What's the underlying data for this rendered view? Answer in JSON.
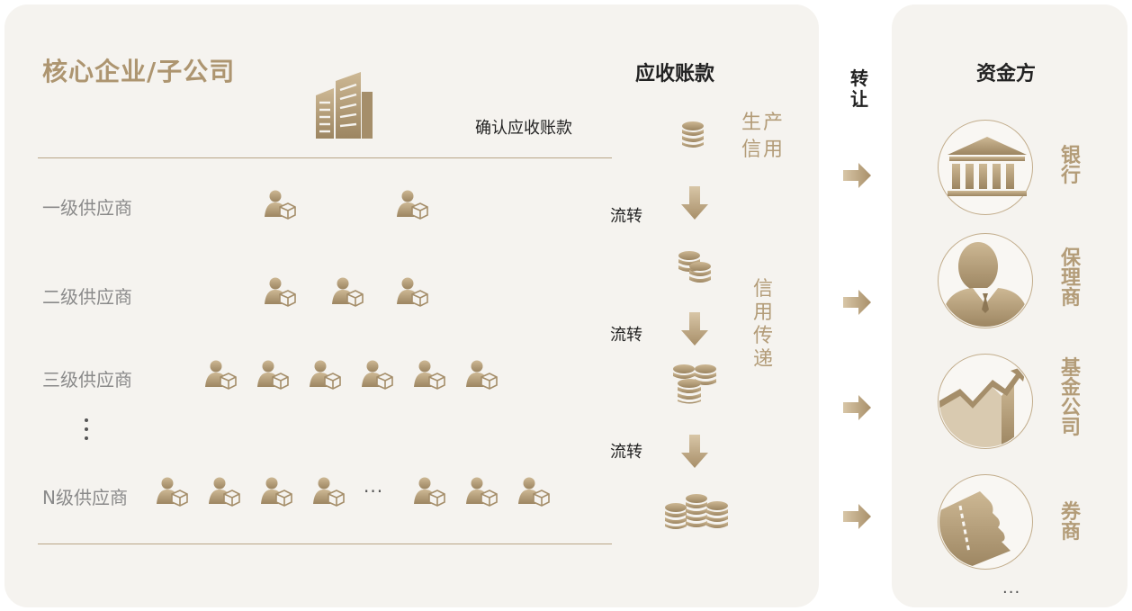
{
  "core": {
    "title": "核心企业/子公司",
    "icon": "building-icon"
  },
  "receivables": {
    "title": "应收账款",
    "confirm_label": "确认应收账款",
    "generate_credit": "生产信用",
    "pass_credit": "信用传递"
  },
  "transfer_label": "转让",
  "tiers": [
    {
      "label": "一级供应商",
      "supplier_count": 2
    },
    {
      "label": "二级供应商",
      "supplier_count": 3
    },
    {
      "label": "三级供应商",
      "supplier_count": 6
    },
    {
      "label": "N级供应商",
      "supplier_count": 7,
      "ellipsis": "···"
    }
  ],
  "flow_labels": [
    "流转",
    "流转",
    "流转"
  ],
  "funders": {
    "title": "资金方",
    "items": [
      {
        "label": "银行",
        "icon": "bank-icon"
      },
      {
        "label": "保理商",
        "icon": "businessman-icon"
      },
      {
        "label": "基金公司",
        "icon": "growth-chart-icon"
      },
      {
        "label": "券商",
        "icon": "ticket-icon"
      }
    ],
    "more": "···"
  },
  "colors": {
    "gold": "#b39c78",
    "panel": "#f5f3ef",
    "text": "#222222",
    "muted": "#8a8a8a"
  }
}
